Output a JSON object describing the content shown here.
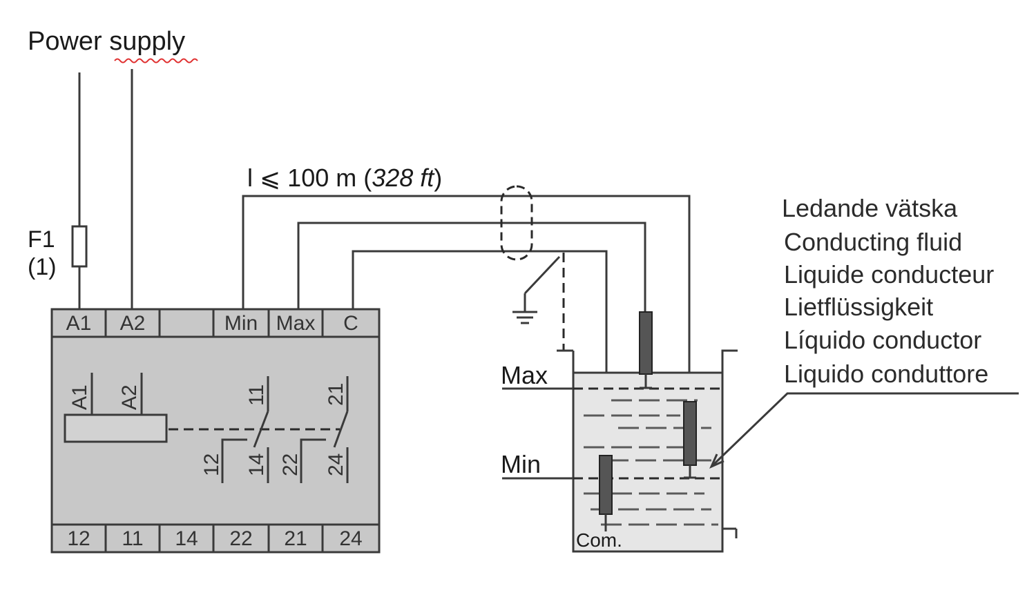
{
  "power_supply": "Power supply",
  "fuse": {
    "name": "F1",
    "note": "(1)"
  },
  "cable_length": {
    "prefix": "l ⩽ 100 m (",
    "imperial": "328 ft",
    "suffix": ")"
  },
  "top_terminals": [
    "A1",
    "A2",
    "",
    "Min",
    "Max",
    "C"
  ],
  "bottom_terminals": [
    "12",
    "11",
    "14",
    "22",
    "21",
    "24"
  ],
  "inner_labels": {
    "coil_a1": "A1",
    "coil_a2": "A2",
    "c11": "11",
    "c21": "21",
    "c12": "12",
    "c14": "14",
    "c22": "22",
    "c24": "24"
  },
  "tank": {
    "max": "Max",
    "min": "Min",
    "com": "Com."
  },
  "fluid_names": [
    "Ledande vätska",
    "Conducting fluid",
    "Liquide conducteur",
    "Lietflüssigkeit",
    "Líquido conductor",
    "Liquido conduttore"
  ]
}
